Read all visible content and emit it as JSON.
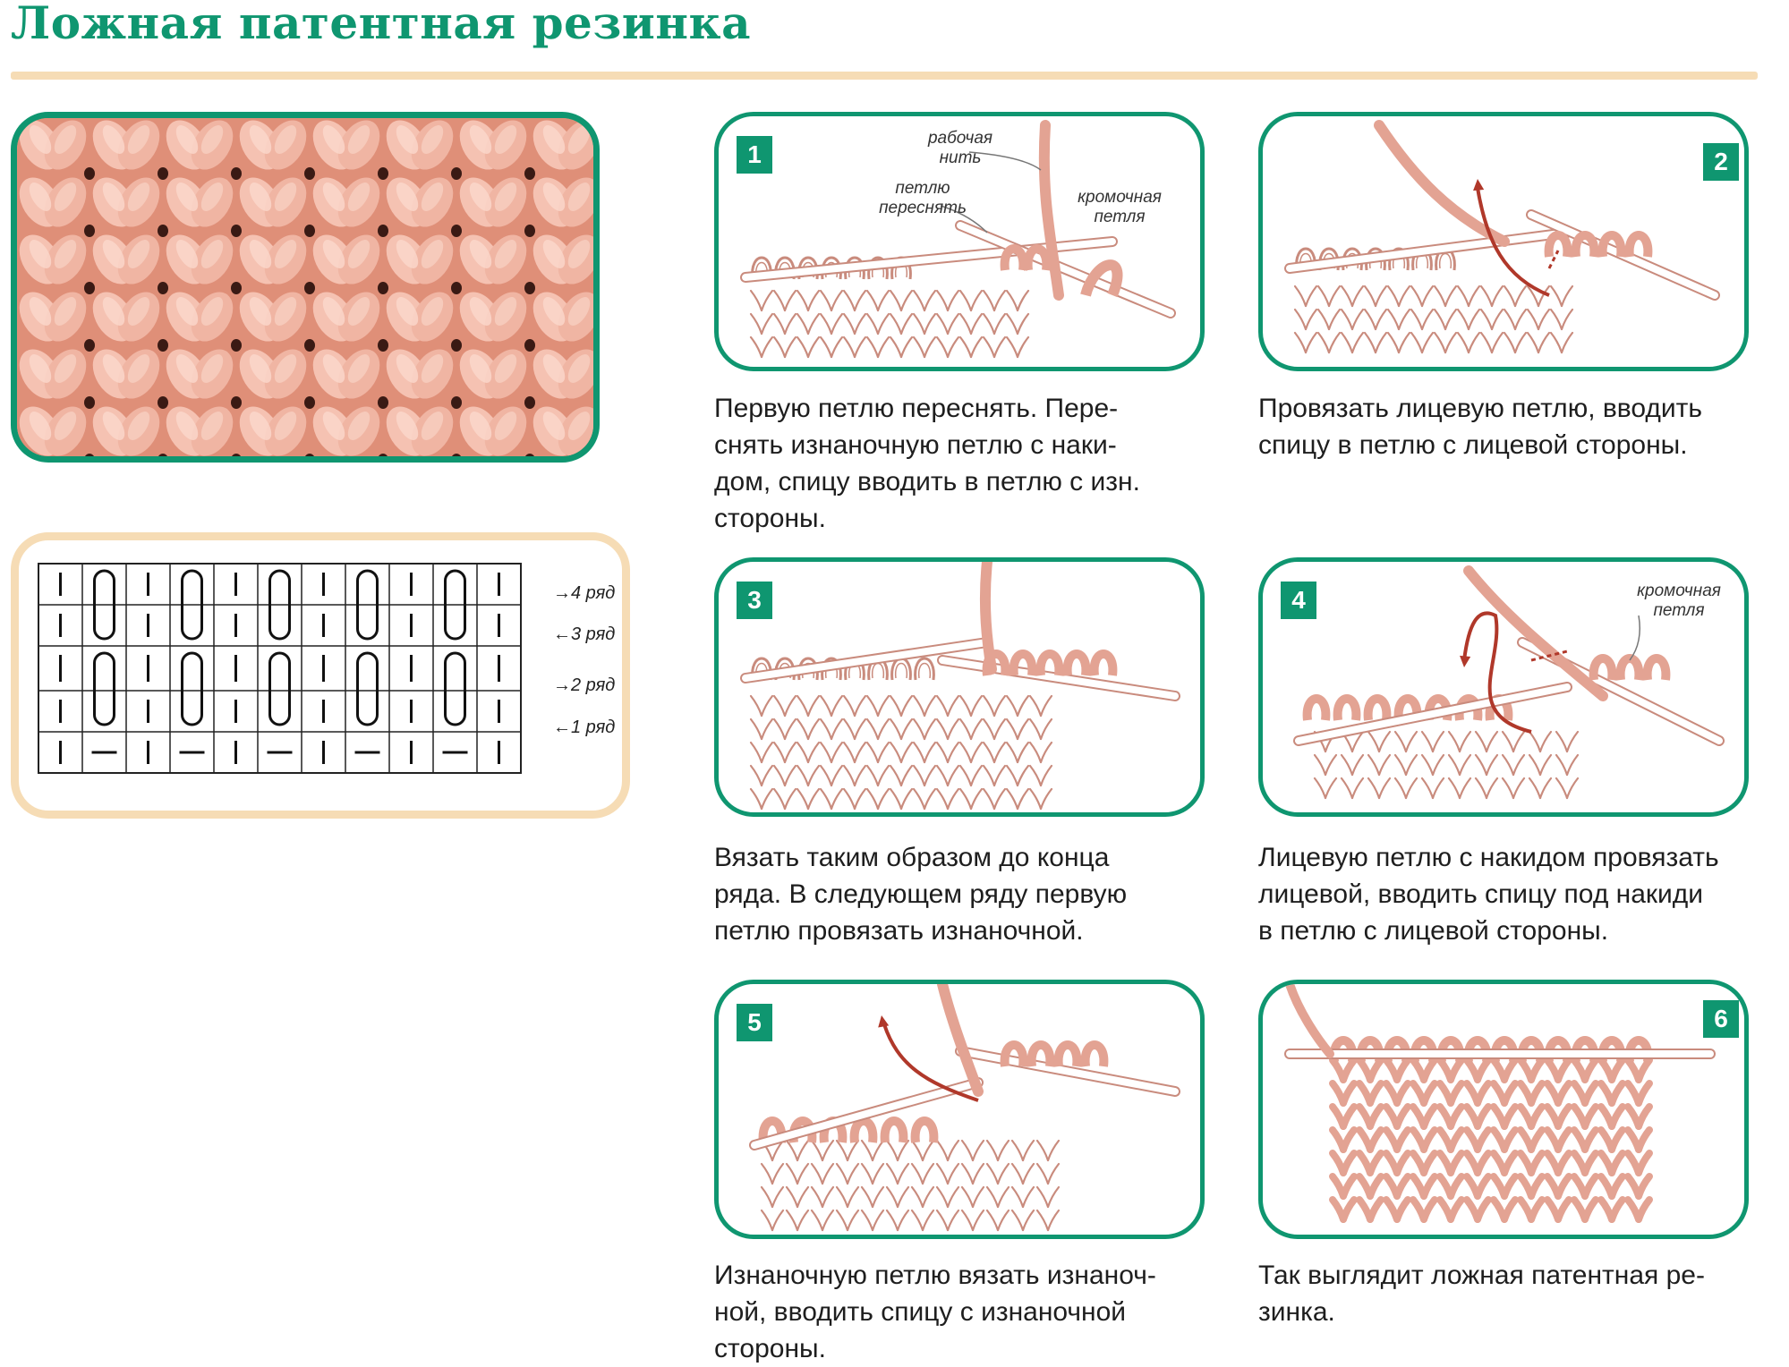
{
  "title": "Ложная патентная резинка",
  "colors": {
    "accent": "#0f9670",
    "rule": "#f6dcb5",
    "yarn": "#e3a393",
    "yarn_dark": "#c9705c",
    "arrow": "#b0382a"
  },
  "chart": {
    "row_labels": [
      "→4 ряд",
      "←3 ряд",
      "→2 ряд",
      "←1 ряд"
    ]
  },
  "steps": [
    {
      "number": "1",
      "caption": "Первую петлю переснять. Пере-\nснять изнаночную петлю с наки-\nдом, спицу вводить в петлю с изн.\nстороны.",
      "notes": [
        "рабочая\nнить",
        "петлю\nпереснять",
        "кромочная\nпетля"
      ]
    },
    {
      "number": "2",
      "caption": "Провязать лицевую петлю, вводить\nспицу в петлю с лицевой стороны.",
      "notes": []
    },
    {
      "number": "3",
      "caption": "Вязать таким образом до конца\nряда. В следующем ряду первую\nпетлю провязать изнаночной.",
      "notes": []
    },
    {
      "number": "4",
      "caption": "Лицевую петлю с накидом провязать\nлицевой, вводить спицу под накиди\nв петлю с лицевой стороны.",
      "notes": [
        "кромочная\nпетля"
      ]
    },
    {
      "number": "5",
      "caption": "Изнаночную петлю вязать изнаноч-\nной, вводить спицу с изнаночной\nстороны.",
      "notes": []
    },
    {
      "number": "6",
      "caption": "Так выглядит ложная патентная ре-\nзинка.",
      "notes": []
    }
  ]
}
